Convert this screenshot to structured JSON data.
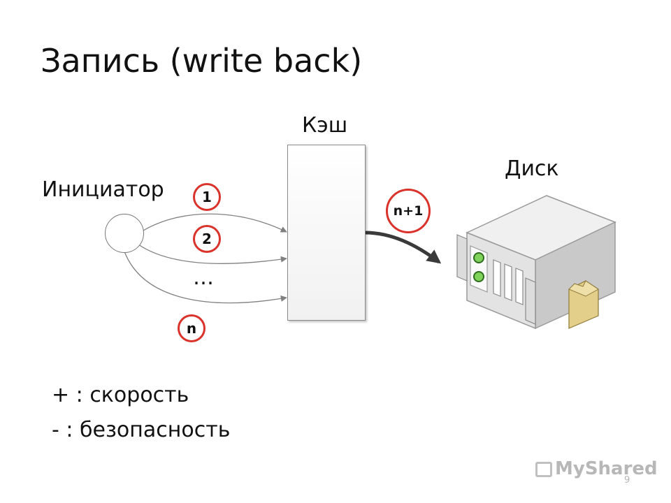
{
  "title": "Запись (write back)",
  "labels": {
    "cache": "Кэш",
    "initiator": "Инициатор",
    "disk": "Диск"
  },
  "badges": {
    "b1": "1",
    "b2": "2",
    "bn": "n",
    "bn1": "n+1",
    "ellipsis": "…"
  },
  "pros_cons": {
    "plus": "+ : скорость",
    "minus": "- : безопасность"
  },
  "watermark": {
    "brand": "MyShared",
    "page_number": "9"
  },
  "colors": {
    "badge_ring": "#d9332b",
    "arrow": "#808080",
    "disk_arrow": "#3a3a3a",
    "led": "#7fd35a"
  }
}
